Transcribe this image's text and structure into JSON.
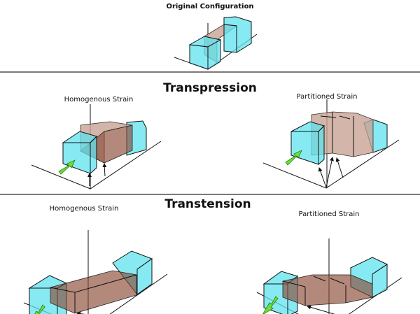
{
  "original": {
    "title": "Original Configuration"
  },
  "transpression": {
    "title": "Transpression",
    "homogenous_label": "Homogenous Strain",
    "partitioned_label": "Partitioned Strain"
  },
  "transtension": {
    "title": "Transtension",
    "homogenous_label": "Homogenous Strain",
    "partitioned_label": "Partitioned Strain"
  },
  "colors": {
    "block": "#5fe3ef",
    "deformed_zone": "#8a4a35",
    "arrow": "#6be23a",
    "divider": "#7a7a7a"
  }
}
